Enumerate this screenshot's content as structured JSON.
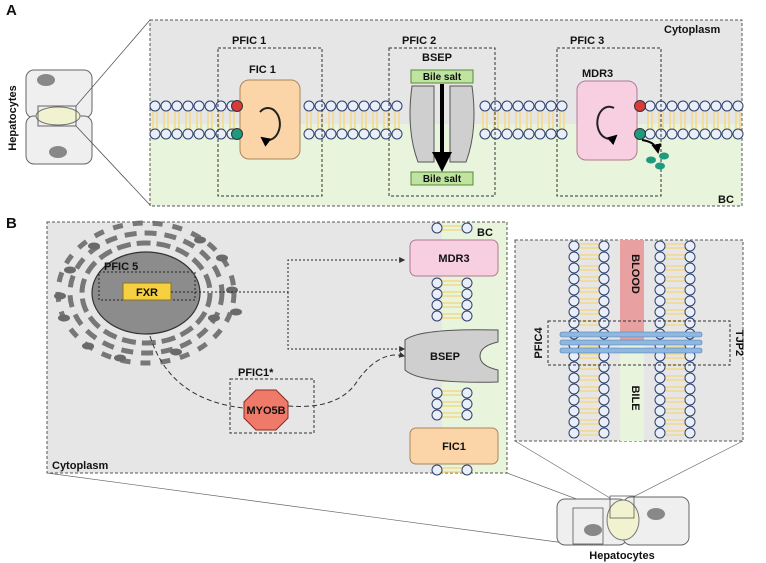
{
  "panel_a": {
    "letter": "A",
    "side_label": "Hepatocytes",
    "region_top": "Cytoplasm",
    "region_bottom": "BC",
    "boxes": [
      {
        "title": "PFIC 1",
        "protein": "FIC 1",
        "color": "#fbd5a8"
      },
      {
        "title": "PFIC 2",
        "protein": "BSEP",
        "tag_top": "Bile salt",
        "tag_bottom": "Bile salt"
      },
      {
        "title": "PFIC 3",
        "protein": "MDR3",
        "color": "#f8cfe0"
      }
    ]
  },
  "panel_b": {
    "letter": "B",
    "left_region": "Cytoplasm",
    "bc_label": "BC",
    "pfic5_label": "PFIC 5",
    "fxr_label": "FXR",
    "pfic1_star_label": "PFIC1*",
    "myo5b_label": "MYO5B",
    "membrane_proteins": [
      "MDR3",
      "BSEP",
      "FIC1"
    ],
    "junction": {
      "blood": "BLOOD",
      "bile": "BILE",
      "left_label": "PFIC4",
      "right_label": "TJP2"
    },
    "bottom_label": "Hepatocytes"
  },
  "colors": {
    "panel_bg": "#e6e6e6",
    "bc_green": "#e9f4dd",
    "lipid_tail": "#f3d98a",
    "red_dot": "#d93a3a",
    "teal": "#1e9a7c",
    "fxr": "#f6d040",
    "myo5b": "#f07a6a",
    "junction_blue": "#8fb7e0",
    "blood": "#e8a0a0"
  }
}
